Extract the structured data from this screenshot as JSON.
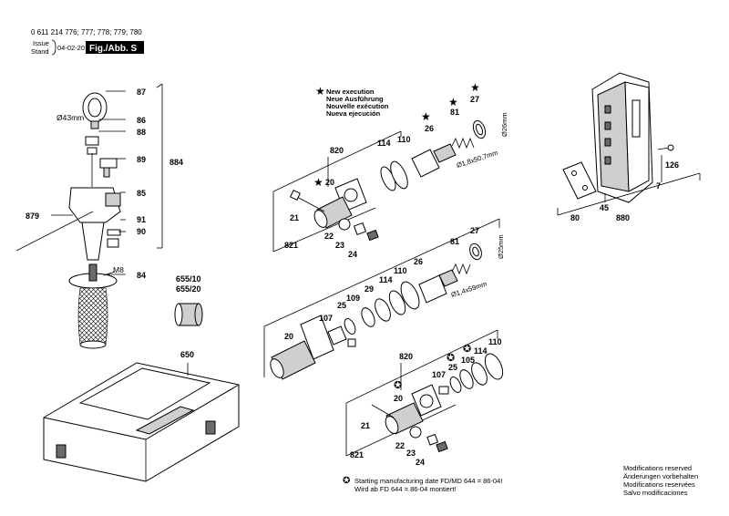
{
  "header": {
    "part_numbers": "0 611 214 776; 777; 778; 779; 780",
    "issue_label": "Issue",
    "stand_label": "Stand",
    "date": "04-02-20",
    "figure": "Fig./Abb. S"
  },
  "legend": {
    "line1": "New execution",
    "line2": "Neue Ausführung",
    "line3": "Nouvelle exécution",
    "line4": "Nueva ejecución"
  },
  "footnote": {
    "line1": "Starting manufacturing date FD/MD 644 = 86-04!",
    "line2": "Wird ab FD 644 = 86-04 montiert!"
  },
  "modifications": {
    "line1": "Modifications reserved",
    "line2": "Änderungen vorbehalten",
    "line3": "Modifications reservées",
    "line4": "Salvo modificaciones"
  },
  "dims": {
    "d43": "Ø43mm",
    "m8": "M8",
    "d26": "Ø26mm",
    "seal_top": "Ø1,8x50,7mm",
    "d25": "Ø25mm",
    "seal_mid": "Ø1,4x59mm"
  },
  "labels": {
    "p87": "87",
    "p86": "86",
    "p88": "88",
    "p89": "89",
    "p884": "884",
    "p85": "85",
    "p879": "879",
    "p91": "91",
    "p90": "90",
    "p84": "84",
    "p655_10": "655/10",
    "p655_20": "655/20",
    "p650": "650",
    "t820": "820",
    "t114": "114",
    "t110": "110",
    "t26": "26",
    "t81": "81",
    "t27": "27",
    "t20": "20",
    "t21": "21",
    "t821": "821",
    "t22": "22",
    "t23": "23",
    "t24": "24",
    "m27": "27",
    "m81": "81",
    "m26": "26",
    "m110": "110",
    "m114": "114",
    "m29": "29",
    "m109": "109",
    "m25": "25",
    "m107": "107",
    "m20": "20",
    "b820": "820",
    "b25": "25",
    "b105": "105",
    "b114": "114",
    "b110": "110",
    "b107": "107",
    "b20": "20",
    "b21": "21",
    "b821": "821",
    "b22": "22",
    "b23": "23",
    "b24": "24",
    "r45": "45",
    "r7": "7",
    "r126": "126",
    "r80": "80",
    "r880": "880"
  }
}
